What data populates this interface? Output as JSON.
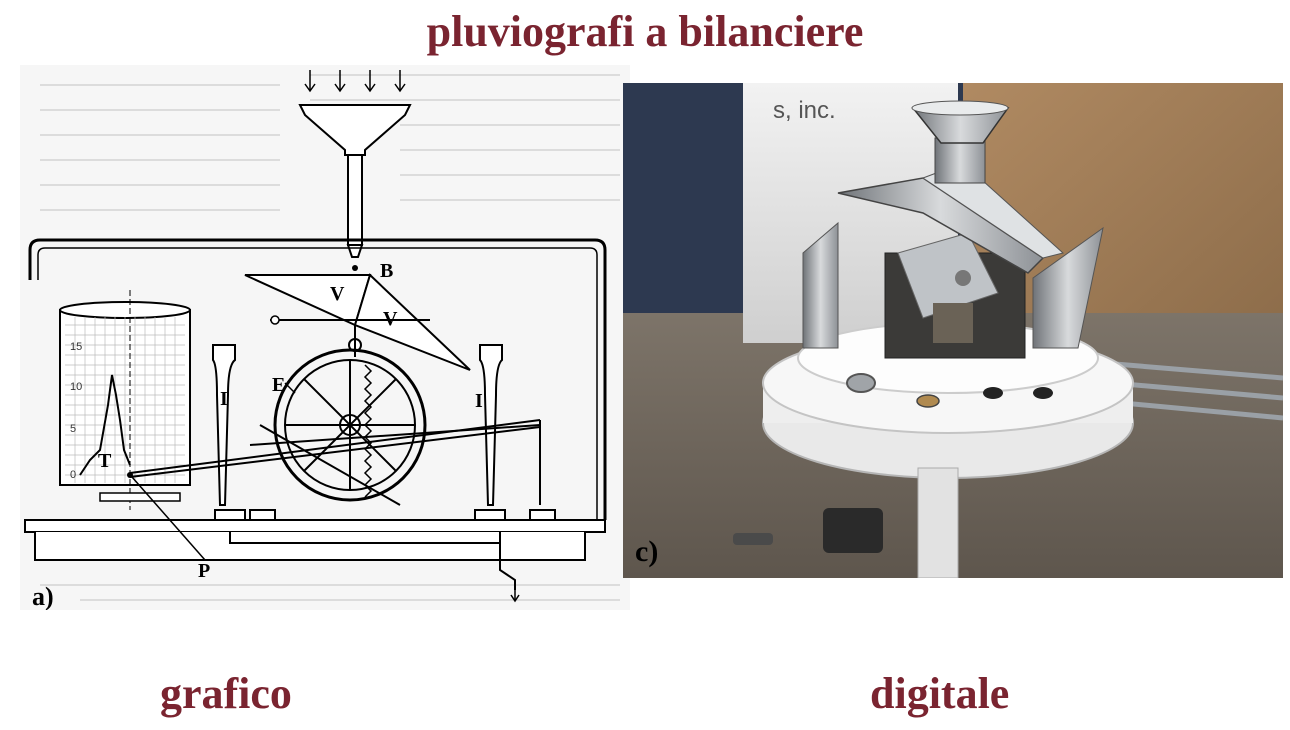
{
  "title": "pluviografi a bilanciere",
  "captions": {
    "left": "grafico",
    "right": "digitale"
  },
  "diagram": {
    "panel_label": "a)",
    "labels": {
      "B": "B",
      "V1": "V",
      "V2": "V",
      "I1": "I",
      "I2": "I",
      "E": "E",
      "T": "T",
      "P": "P"
    },
    "drum_scale": [
      "15",
      "10",
      "5",
      "0"
    ]
  },
  "photo": {
    "panel_label": "c)",
    "brand_text": "s, inc."
  },
  "colors": {
    "title": "#7a2430"
  }
}
